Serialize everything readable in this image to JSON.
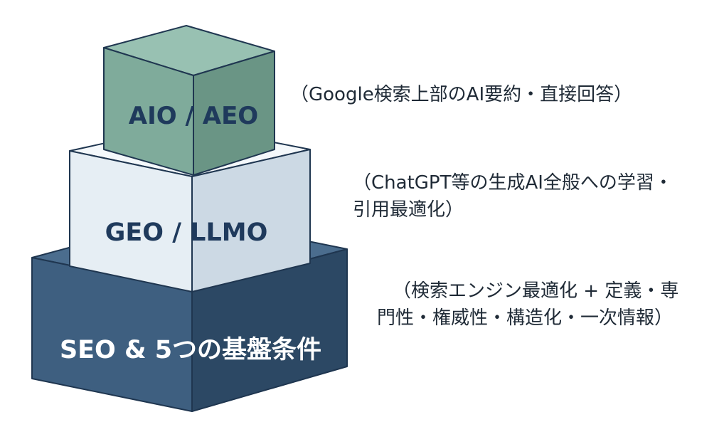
{
  "layers": [
    {
      "label": "AIO / AEO",
      "description_lines": [
        "（Google検索上部のAI要約・直接回答）"
      ]
    },
    {
      "label": "GEO / LLMO",
      "description_lines": [
        "（ChatGPT等の生成AI全般への学習・",
        "引用最適化）"
      ]
    },
    {
      "label": "SEO & 5つの基盤条件",
      "description_lines": [
        "（検索エンジン最適化 + 定義・専",
        "門性・権威性・構造化・一次情報）"
      ]
    }
  ],
  "colors": {
    "top_front": "#7fab9b",
    "top_top": "#98c1b2",
    "top_side": "#6a9585",
    "mid_front": "#e6eef4",
    "mid_top": "#f4f8fb",
    "mid_side": "#ccd9e4",
    "bot_front": "#3e5f80",
    "bot_top": "#4b6d8e",
    "bot_side": "#2c4864",
    "edge": "#1f3650",
    "label_dark": "#1f3a5c",
    "label_light": "#ffffff"
  }
}
